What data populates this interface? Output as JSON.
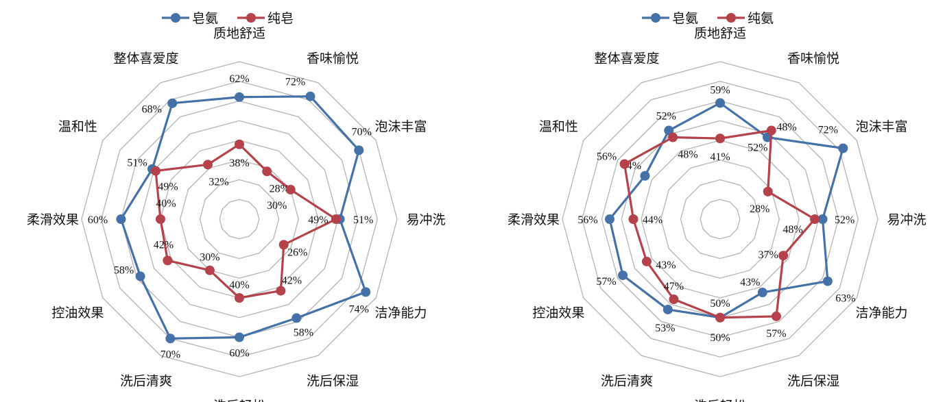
{
  "chart_data": [
    {
      "type": "radar",
      "categories": [
        "质地舒适",
        "香味愉悦",
        "泡沫丰富",
        "易冲洗",
        "洁净能力",
        "洗后保湿",
        "洗后轻松",
        "洗后清爽",
        "控油效果",
        "柔滑效果",
        "温和性",
        "整体喜爱度"
      ],
      "range": [
        0,
        80
      ],
      "series": [
        {
          "name": "皂氨",
          "color": "#4472a8",
          "values": [
            62,
            72,
            70,
            51,
            74,
            58,
            60,
            70,
            58,
            60,
            51,
            68
          ],
          "labels": [
            "62%",
            "72%",
            "70%",
            "51%",
            "74%",
            "58%",
            "60%",
            "70%",
            "58%",
            "60%",
            "51%",
            "68%"
          ]
        },
        {
          "name": "纯皂",
          "color": "#b5414a",
          "values": [
            38,
            28,
            30,
            49,
            26,
            42,
            40,
            30,
            42,
            40,
            49,
            32
          ],
          "labels": [
            "38%",
            "28%",
            "30%",
            "49%",
            "26%",
            "42%",
            "40%",
            "30%",
            "42%",
            "40%",
            "49%",
            "32%"
          ]
        }
      ]
    },
    {
      "type": "radar",
      "categories": [
        "质地舒适",
        "香味愉悦",
        "泡沫丰富",
        "易冲洗",
        "洁净能力",
        "洗后保湿",
        "洗后轻松",
        "洗后清爽",
        "控油效果",
        "柔滑效果",
        "温和性",
        "整体喜爱度"
      ],
      "range": [
        0,
        80
      ],
      "series": [
        {
          "name": "皂氨",
          "color": "#4472a8",
          "values": [
            59,
            48,
            72,
            52,
            63,
            43,
            50,
            53,
            57,
            56,
            44,
            52
          ],
          "labels": [
            "59%",
            "48%",
            "72%",
            "52%",
            "63%",
            "43%",
            "50%",
            "53%",
            "57%",
            "56%",
            "44%",
            "52%"
          ]
        },
        {
          "name": "纯氨",
          "color": "#b5414a",
          "values": [
            41,
            52,
            28,
            48,
            37,
            57,
            50,
            47,
            43,
            44,
            56,
            48
          ],
          "labels": [
            "41%",
            "52%",
            "28%",
            "48%",
            "37%",
            "57%",
            "50%",
            "47%",
            "43%",
            "44%",
            "56%",
            "48%"
          ]
        }
      ]
    }
  ]
}
